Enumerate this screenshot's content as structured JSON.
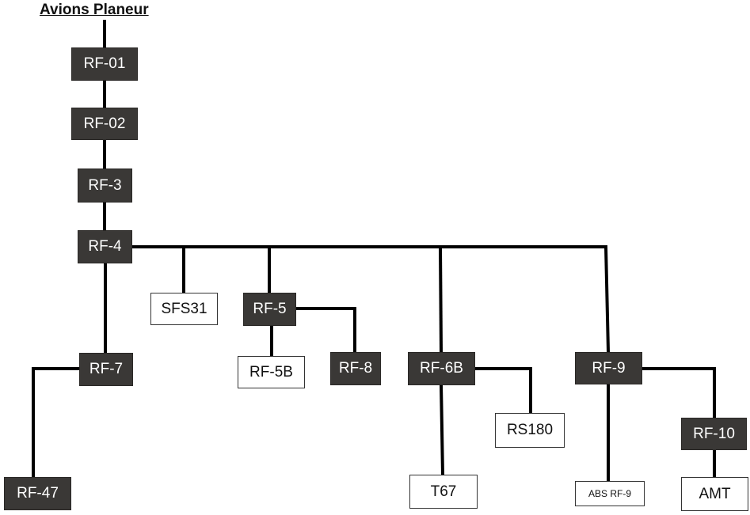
{
  "title": "Avions Planeur",
  "nodes": {
    "rf01": "RF-01",
    "rf02": "RF-02",
    "rf3": "RF-3",
    "rf4": "RF-4",
    "sfs31": "SFS31",
    "rf5": "RF-5",
    "rf5b": "RF-5B",
    "rf8": "RF-8",
    "rf7": "RF-7",
    "rf47": "RF-47",
    "rf6b": "RF-6B",
    "rs180": "RS180",
    "t67": "T67",
    "rf9": "RF-9",
    "absrf9": "ABS RF-9",
    "rf10": "RF-10",
    "amt": "AMT"
  },
  "edges": [
    [
      "title",
      "rf01"
    ],
    [
      "rf01",
      "rf02"
    ],
    [
      "rf02",
      "rf3"
    ],
    [
      "rf3",
      "rf4"
    ],
    [
      "rf4",
      "sfs31"
    ],
    [
      "rf4",
      "rf5"
    ],
    [
      "rf4",
      "rf6b"
    ],
    [
      "rf4",
      "rf9"
    ],
    [
      "rf4",
      "rf7"
    ],
    [
      "rf5",
      "rf5b"
    ],
    [
      "rf5",
      "rf8"
    ],
    [
      "rf7",
      "rf47"
    ],
    [
      "rf6b",
      "t67"
    ],
    [
      "rf6b",
      "rs180"
    ],
    [
      "rf9",
      "absrf9"
    ],
    [
      "rf9",
      "rf10"
    ],
    [
      "rf10",
      "amt"
    ]
  ],
  "colors": {
    "dark_node": "#3a3836",
    "light_node": "#ffffff",
    "line": "#000000"
  }
}
